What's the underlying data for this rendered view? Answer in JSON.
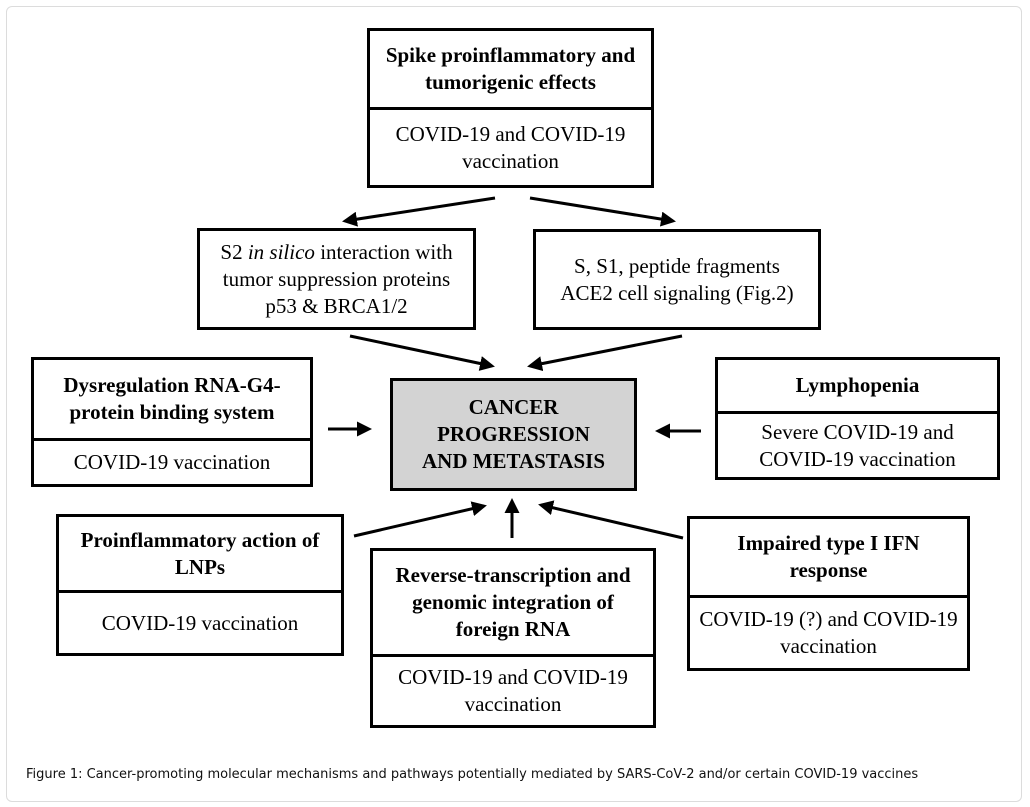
{
  "diagram": {
    "top": {
      "header": "Spike proinflammatory and tumorigenic effects",
      "body": "COVID-19 and COVID-19 vaccination"
    },
    "s2": {
      "prefix": "S2 ",
      "italic": "in silico",
      "suffix": " interaction with tumor suppression proteins p53 & BRCA1/2"
    },
    "s1": {
      "text": "S, S1, peptide fragments ACE2 cell signaling (Fig.2)"
    },
    "center": {
      "text": "CANCER PROGRESSION AND METASTASIS"
    },
    "dysregulation": {
      "header": "Dysregulation RNA-G4-protein binding system",
      "body": "COVID-19 vaccination"
    },
    "lymphopenia": {
      "header": "Lymphopenia",
      "body": "Severe COVID-19 and COVID-19 vaccination"
    },
    "lnps": {
      "header": "Proinflammatory action of LNPs",
      "body": "COVID-19 vaccination"
    },
    "reverse": {
      "header": "Reverse-transcription and genomic integration of foreign RNA",
      "body": "COVID-19 and COVID-19 vaccination"
    },
    "ifn": {
      "header": "Impaired type I IFN response",
      "body": "COVID-19 (?) and COVID-19 vaccination"
    }
  },
  "caption": "Figure 1: Cancer-promoting molecular mechanisms and pathways potentially mediated by SARS-CoV-2 and/or certain COVID-19 vaccines"
}
